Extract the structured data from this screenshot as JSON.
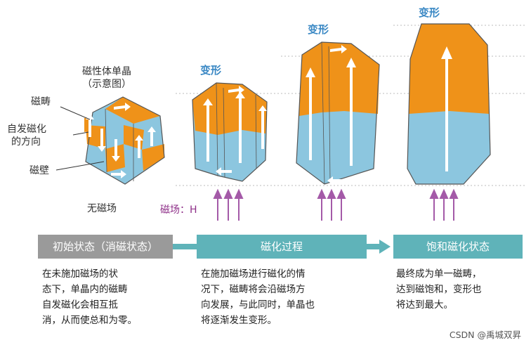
{
  "labels": {
    "crystal_title_1": "磁性体单晶",
    "crystal_title_2": "（示意图）",
    "domain": "磁畴",
    "spontaneous_1": "自发磁化",
    "spontaneous_2": "的方向",
    "wall": "磁壁",
    "no_field": "无磁场",
    "field": "磁场：H",
    "deform_1": "变形",
    "deform_2": "变形",
    "deform_3": "变形"
  },
  "stages": [
    {
      "label": "初始状态（消磁状态）",
      "color": "#9a9a9a",
      "desc": [
        "在未施加磁场的状",
        "态下，单晶内的磁畴",
        "自发磁化会相互抵",
        "消，从而使总和为零。"
      ]
    },
    {
      "label": "磁化过程",
      "color": "#5fb3b9",
      "desc": [
        "在施加磁场进行磁化的情",
        "况下，磁畴将会沿磁场方",
        "向发展，与此同时，单晶也",
        "将逐渐发生变形。"
      ]
    },
    {
      "label": "饱和磁化状态",
      "color": "#5fb3b9",
      "desc": [
        "最终成为单一磁畴，",
        "达到磁饱和，变形也",
        "将达到最大。"
      ]
    }
  ],
  "colors": {
    "orange": "#ef9219",
    "blue": "#8cc6df",
    "field_arrow": "#a45aa8",
    "connector": "#5fb3b9"
  },
  "watermark": "CSDN @禹城双昇"
}
